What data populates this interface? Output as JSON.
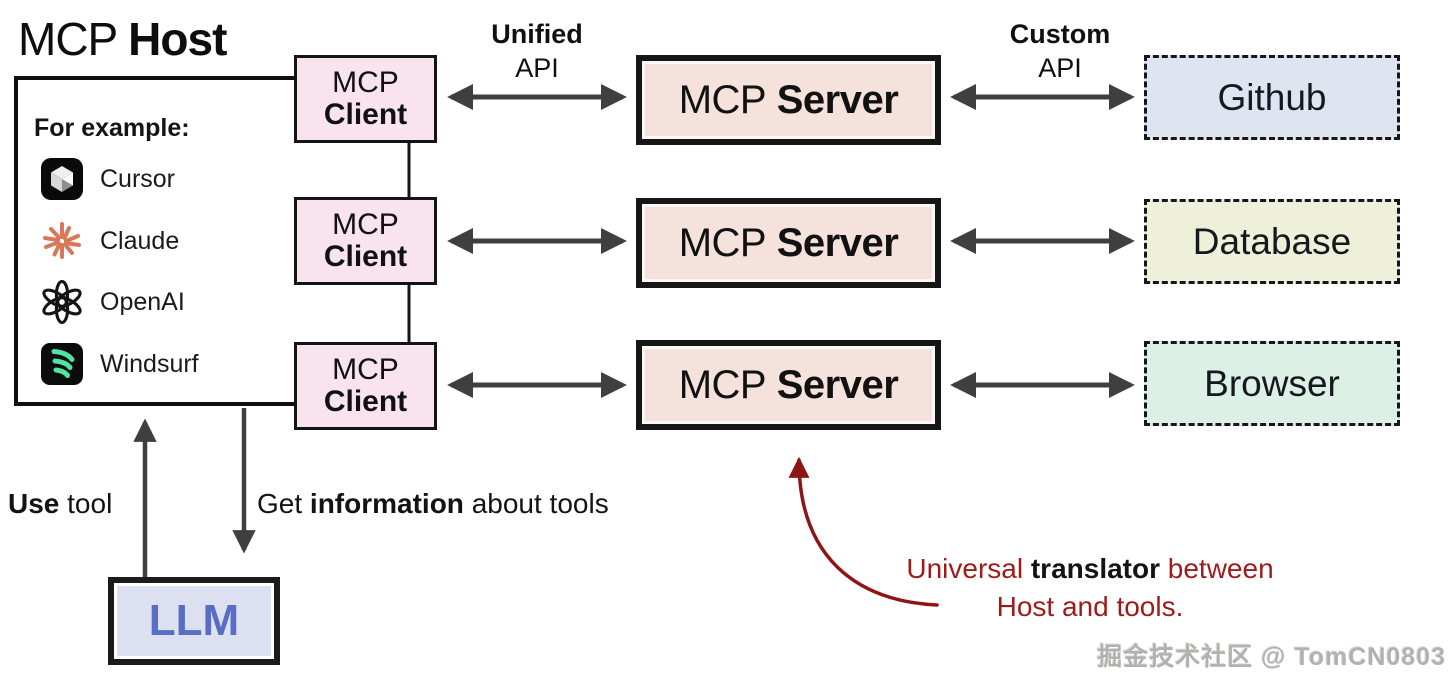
{
  "title": {
    "prefix": "MCP",
    "bold": "Host"
  },
  "host_panel": {
    "examples_label": "For example:",
    "examples": [
      {
        "label": "Cursor",
        "icon": "cursor-icon"
      },
      {
        "label": "Claude",
        "icon": "claude-icon"
      },
      {
        "label": "OpenAI",
        "icon": "openai-icon"
      },
      {
        "label": "Windsurf",
        "icon": "windsurf-icon"
      }
    ]
  },
  "clients": [
    {
      "line1": "MCP",
      "line2": "Client"
    },
    {
      "line1": "MCP",
      "line2": "Client"
    },
    {
      "line1": "MCP",
      "line2": "Client"
    }
  ],
  "servers": [
    {
      "prefix": "MCP",
      "bold": "Server"
    },
    {
      "prefix": "MCP",
      "bold": "Server"
    },
    {
      "prefix": "MCP",
      "bold": "Server"
    }
  ],
  "tools": [
    {
      "label": "Github",
      "bg": "#dfe4f1"
    },
    {
      "label": "Database",
      "bg": "#eef0da"
    },
    {
      "label": "Browser",
      "bg": "#ddf0e6"
    }
  ],
  "api_labels": {
    "unified_bold": "Unified",
    "unified_sub": "API",
    "custom_bold": "Custom",
    "custom_sub": "API"
  },
  "flow_labels": {
    "use_bold": "Use",
    "use_rest": " tool",
    "get_pre": "Get ",
    "get_bold": "information",
    "get_rest": " about tools"
  },
  "llm": {
    "label": "LLM",
    "text_color": "#5a6dc5",
    "bg": "#dde0f0"
  },
  "annotation": {
    "line1_pre": "Universal ",
    "line1_bold": "translator",
    "line1_post": " between",
    "line2": "Host and tools.",
    "color": "#9e1b1b"
  },
  "watermark": "掘金技术社区 @ TomCN0803",
  "colors": {
    "client_bg": "#f8e3ef",
    "server_bg": "#f6e2dd",
    "arrow_gray": "#3f3f3f",
    "line_black": "#141414",
    "annotation_red": "#8e1515",
    "claude_orange": "#d9775a",
    "windsurf_green": "#50e3a4"
  }
}
